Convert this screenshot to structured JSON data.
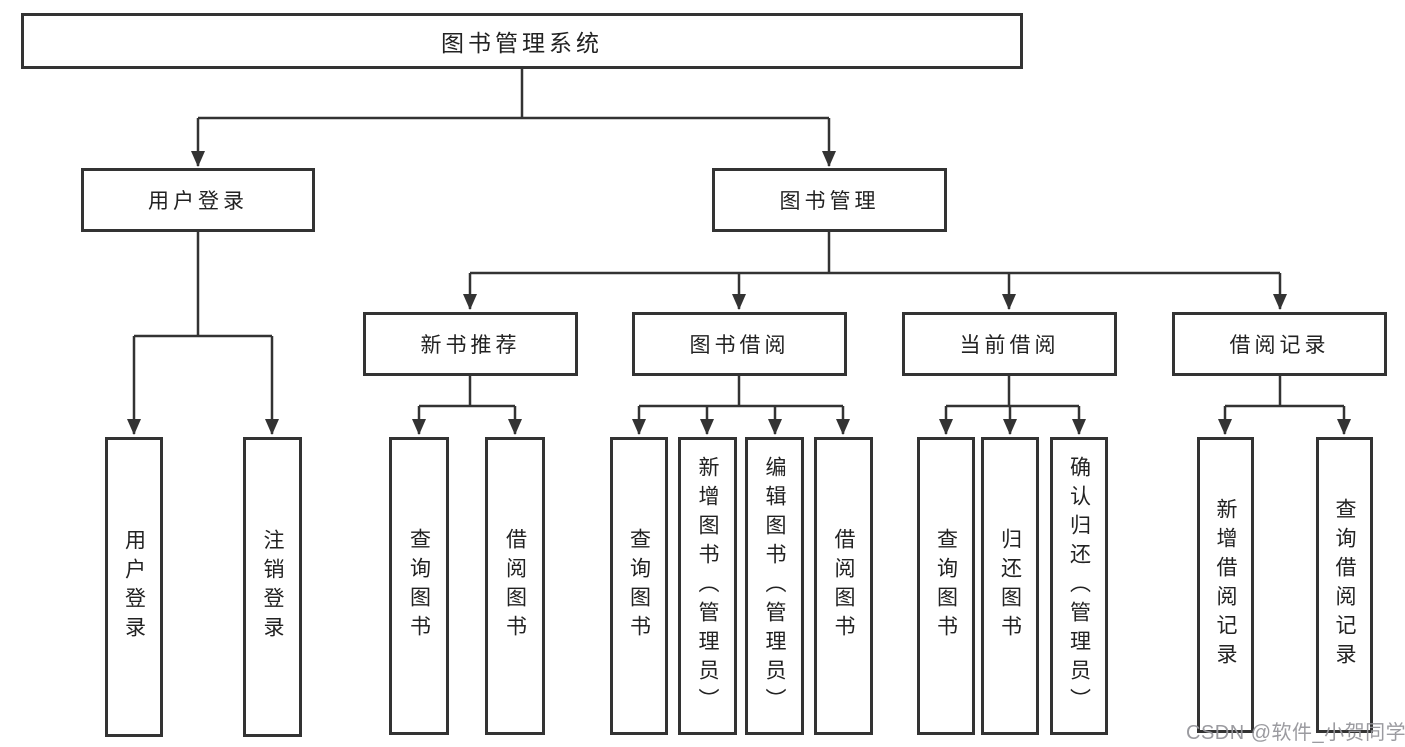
{
  "title": "图书管理系统",
  "level2": {
    "user_login": "用户登录",
    "book_management": "图书管理"
  },
  "level3": {
    "recommend": "新书推荐",
    "borrow": "图书借阅",
    "current": "当前借阅",
    "records": "借阅记录"
  },
  "leaves": {
    "user_login": "用户登录",
    "logout": "注销登录",
    "rec_query": "查询图书",
    "rec_borrow": "借阅图书",
    "bor_query": "查询图书",
    "bor_add": "新增图书（管理员）",
    "bor_edit": "编辑图书（管理员）",
    "bor_borrow": "借阅图书",
    "cur_query": "查询图书",
    "cur_return": "归还图书",
    "cur_confirm": "确认归还（管理员）",
    "records_add": "新增借阅记录",
    "records_query": "查询借阅记录"
  },
  "watermark": "CSDN @软件_小贺同学",
  "colors": {
    "line": "#333333",
    "text": "#222222",
    "watermark": "#96969b",
    "background": "#ffffff"
  }
}
